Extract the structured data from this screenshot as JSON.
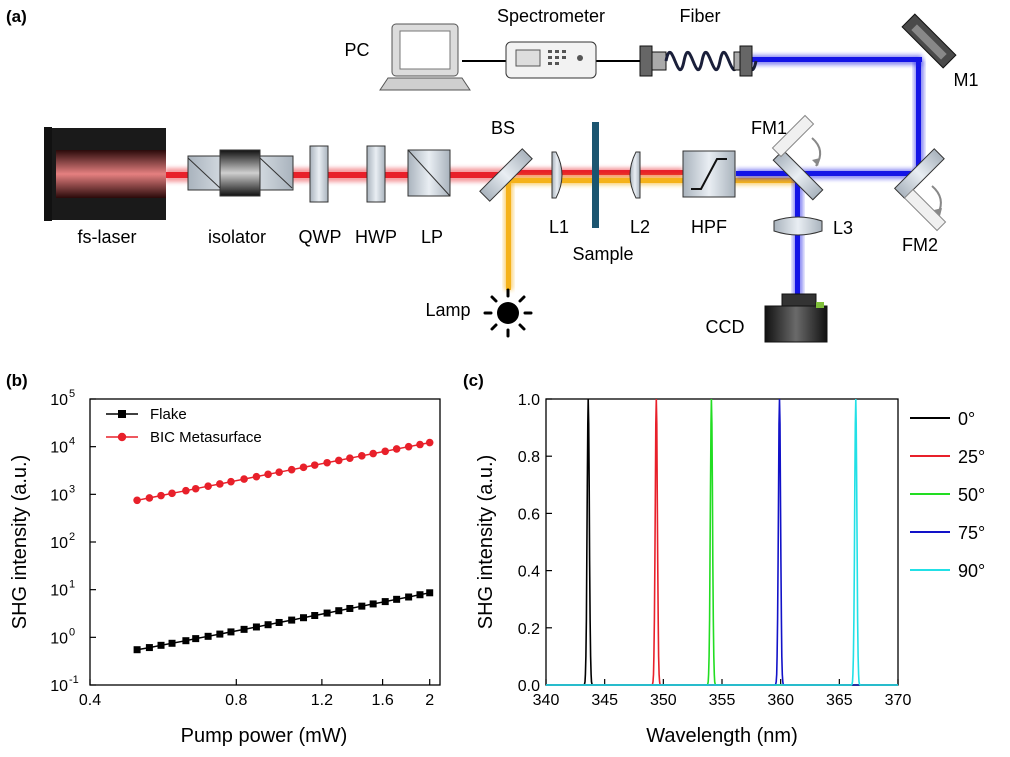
{
  "panel_labels": {
    "a": "(a)",
    "b": "(b)",
    "c": "(c)"
  },
  "colors": {
    "red_beam": "#e8202a",
    "blue_beam": "#1414e6",
    "yellow_beam": "#f5b21a"
  },
  "setup": {
    "pc": "PC",
    "spectrometer": "Spectrometer",
    "fiber": "Fiber",
    "m1": "M1",
    "fm1": "FM1",
    "fm2": "FM2",
    "laser": "fs-laser",
    "isolator": "isolator",
    "qwp": "QWP",
    "hwp": "HWP",
    "lp": "LP",
    "bs": "BS",
    "l1": "L1",
    "sample": "Sample",
    "l2": "L2",
    "hpf": "HPF",
    "l3": "L3",
    "lamp": "Lamp",
    "ccd": "CCD"
  },
  "chart_data": [
    {
      "type": "line",
      "panel": "(b)",
      "xlabel": "Pump power (mW)",
      "ylabel": "SHG intensity (a.u.)",
      "xscale": "log",
      "yscale": "log",
      "xlim": [
        0.4,
        2.1
      ],
      "ylim": [
        0.1,
        100000
      ],
      "xticks": [
        "0.4",
        "0.8",
        "1.2",
        "1.6",
        "2"
      ],
      "xtick_values": [
        0.4,
        0.8,
        1.2,
        1.6,
        2.0
      ],
      "yticks": [
        "10-1",
        "100",
        "101",
        "102",
        "103",
        "104",
        "105"
      ],
      "ytick_values": [
        0.1,
        1,
        10,
        100,
        1000,
        10000,
        100000
      ],
      "legend_position": "top-left",
      "series": [
        {
          "name": "Flake",
          "color": "#000000",
          "marker": "square",
          "x": [
            0.5,
            0.53,
            0.56,
            0.59,
            0.63,
            0.66,
            0.7,
            0.74,
            0.78,
            0.83,
            0.88,
            0.93,
            0.98,
            1.04,
            1.1,
            1.16,
            1.23,
            1.3,
            1.37,
            1.45,
            1.53,
            1.62,
            1.71,
            1.81,
            1.91,
            2.0
          ],
          "y": [
            0.55,
            0.61,
            0.68,
            0.75,
            0.85,
            0.94,
            1.05,
            1.17,
            1.3,
            1.47,
            1.65,
            1.84,
            2.05,
            2.3,
            2.58,
            2.87,
            3.23,
            3.62,
            4.03,
            4.51,
            5.02,
            5.62,
            6.27,
            7.02,
            7.83,
            8.6
          ]
        },
        {
          "name": "BIC Metasurface",
          "color": "#e8202a",
          "marker": "circle",
          "x": [
            0.5,
            0.53,
            0.56,
            0.59,
            0.63,
            0.66,
            0.7,
            0.74,
            0.78,
            0.83,
            0.88,
            0.93,
            0.98,
            1.04,
            1.1,
            1.16,
            1.23,
            1.3,
            1.37,
            1.45,
            1.53,
            1.62,
            1.71,
            1.81,
            1.91,
            2.0
          ],
          "y": [
            750,
            840,
            940,
            1050,
            1190,
            1310,
            1480,
            1650,
            1840,
            2090,
            2350,
            2630,
            2920,
            3290,
            3680,
            4100,
            4600,
            5150,
            5730,
            6420,
            7150,
            8000,
            8940,
            10000,
            11100,
            12200
          ]
        }
      ]
    },
    {
      "type": "line",
      "panel": "(c)",
      "xlabel": "Wavelength (nm)",
      "ylabel": "SHG intensity (a.u.)",
      "xlim": [
        340,
        370
      ],
      "ylim": [
        0,
        1.0
      ],
      "xticks": [
        "340",
        "345",
        "350",
        "355",
        "360",
        "365",
        "370"
      ],
      "xtick_values": [
        340,
        345,
        350,
        355,
        360,
        365,
        370
      ],
      "yticks": [
        "0.0",
        "0.2",
        "0.4",
        "0.6",
        "0.8",
        "1.0"
      ],
      "ytick_values": [
        0,
        0.2,
        0.4,
        0.6,
        0.8,
        1.0
      ],
      "legend_position": "right",
      "peak_width_nm": 0.22,
      "series": [
        {
          "name": "0°",
          "color": "#000000",
          "center": 343.6,
          "x": [
            342.4,
            343.1,
            343.4,
            343.6,
            343.8,
            344.1,
            344.8
          ],
          "y": [
            0,
            0.02,
            0.3,
            1.0,
            0.3,
            0.02,
            0
          ]
        },
        {
          "name": "25°",
          "color": "#e8202a",
          "center": 349.4,
          "x": [
            348.2,
            348.9,
            349.2,
            349.4,
            349.6,
            349.9,
            350.6
          ],
          "y": [
            0,
            0.02,
            0.3,
            1.0,
            0.3,
            0.02,
            0
          ]
        },
        {
          "name": "50°",
          "color": "#22dd22",
          "center": 354.1,
          "x": [
            352.9,
            353.6,
            353.9,
            354.1,
            354.3,
            354.6,
            355.3
          ],
          "y": [
            0,
            0.02,
            0.3,
            1.0,
            0.3,
            0.02,
            0
          ]
        },
        {
          "name": "75°",
          "color": "#1212c8",
          "center": 359.9,
          "x": [
            358.7,
            359.4,
            359.7,
            359.9,
            360.1,
            360.4,
            361.1
          ],
          "y": [
            0,
            0.02,
            0.3,
            1.0,
            0.3,
            0.02,
            0
          ]
        },
        {
          "name": "90°",
          "color": "#22e0e6",
          "center": 366.4,
          "x": [
            365.2,
            365.9,
            366.2,
            366.4,
            366.6,
            366.9,
            367.6
          ],
          "y": [
            0,
            0.02,
            0.3,
            1.0,
            0.3,
            0.02,
            0
          ]
        }
      ]
    }
  ]
}
